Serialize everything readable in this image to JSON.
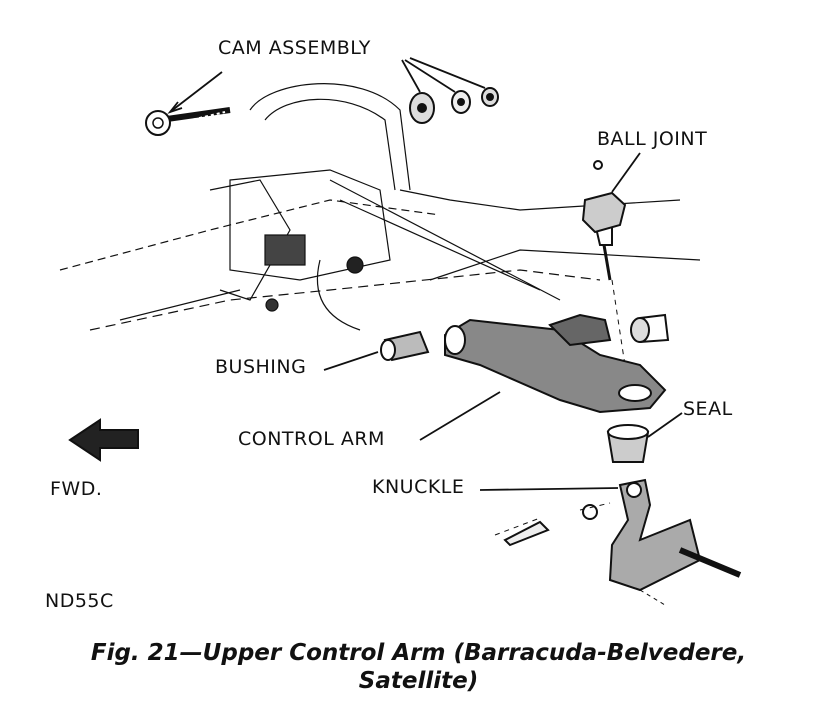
{
  "labels": {
    "cam_assembly": "CAM ASSEMBLY",
    "ball_joint": "BALL JOINT",
    "bushing": "BUSHING",
    "seal": "SEAL",
    "control_arm": "CONTROL ARM",
    "knuckle": "KNUCKLE",
    "fwd": "FWD.",
    "figure_code": "ND55C"
  },
  "caption": {
    "line1": "Fig. 21—Upper Control Arm (Barracuda-Belvedere,",
    "line2": "Satellite)"
  }
}
